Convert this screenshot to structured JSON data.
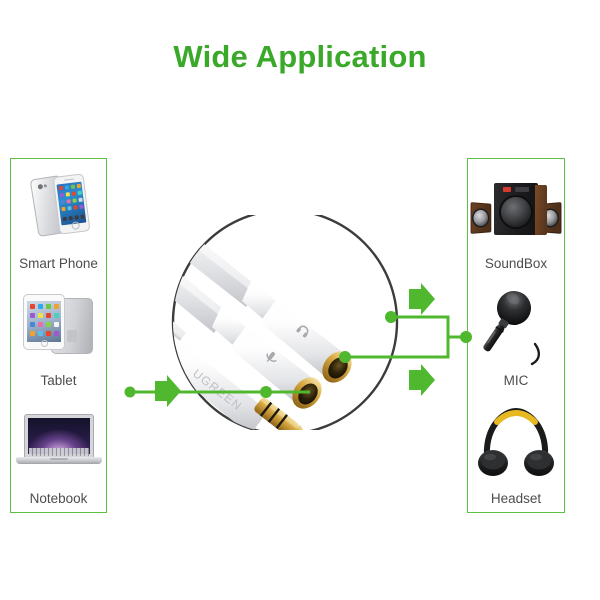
{
  "header": {
    "title": "Wide Application",
    "title_color": "#3aa92a"
  },
  "theme": {
    "accent_green": "#4fb82e",
    "panel_border": "#5cc140",
    "label_color": "#4d4d4d",
    "circle_stroke": "#3c3c3c"
  },
  "sources_panel": {
    "name": "input-devices",
    "items": [
      {
        "label": "Smart Phone",
        "icon": "smartphone-icon"
      },
      {
        "label": "Tablet",
        "icon": "tablet-icon"
      },
      {
        "label": "Notebook",
        "icon": "notebook-icon"
      }
    ]
  },
  "outputs_panel": {
    "name": "output-devices",
    "items": [
      {
        "label": "SoundBox",
        "icon": "speaker-system-icon"
      },
      {
        "label": "MIC",
        "icon": "microphone-icon"
      },
      {
        "label": "Headset",
        "icon": "headphones-icon"
      }
    ]
  },
  "product": {
    "name": "audio-splitter-cable",
    "brand": "UGREEN",
    "description": "3.5mm male plug to dual 3.5mm female jacks",
    "connectors": [
      {
        "type": "male-plug",
        "label": "UGREEN"
      },
      {
        "type": "female-jack",
        "marking": "mic-icon"
      },
      {
        "type": "female-jack",
        "marking": "headphone-icon"
      }
    ]
  },
  "flow": {
    "input_arrow": "arrow-right",
    "output_arrow_top": "arrow-right",
    "output_arrow_bottom": "arrow-right"
  }
}
